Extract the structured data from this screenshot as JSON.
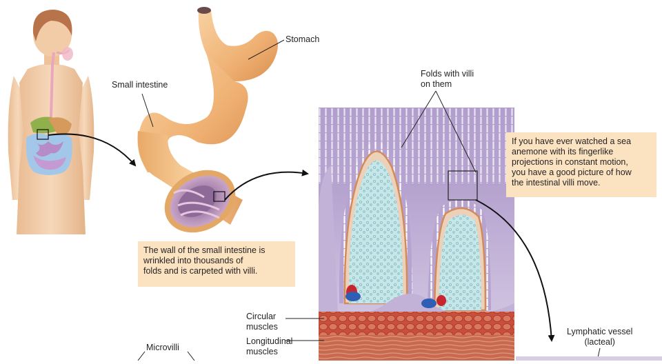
{
  "labels": {
    "stomach": "Stomach",
    "small_intestine": "Small intestine",
    "folds_line1": "Folds with villi",
    "folds_line2": "on them",
    "circular_line1": "Circular",
    "circular_line2": "muscles",
    "longitudinal_line1": "Longitudinal",
    "longitudinal_line2": "muscles",
    "microvilli": "Microvilli",
    "lymphatic_line1": "Lymphatic vessel",
    "lymphatic_line2": "(lacteal)"
  },
  "callouts": {
    "wall": {
      "line1": "The wall of the small intestine is",
      "line2": "wrinkled into thousands of",
      "line3": "folds and is carpeted with villi."
    },
    "anemone": {
      "line1": "If you have ever watched a sea",
      "line2": "anemone with its fingerlike",
      "line3": "projections in constant motion,",
      "line4": "you have a good picture of how",
      "line5": "the intestinal villi move."
    }
  },
  "colors": {
    "callout_bg": "#fbe3c2",
    "skin": "#f0cba6",
    "hair": "#b8734a",
    "stomach": "#f2b878",
    "mucosa": "#b9a6cf",
    "villus_core": "#bfe3e6",
    "muscle": "#c7553f",
    "vein": "#2f5fb5",
    "artery": "#c8262f"
  }
}
